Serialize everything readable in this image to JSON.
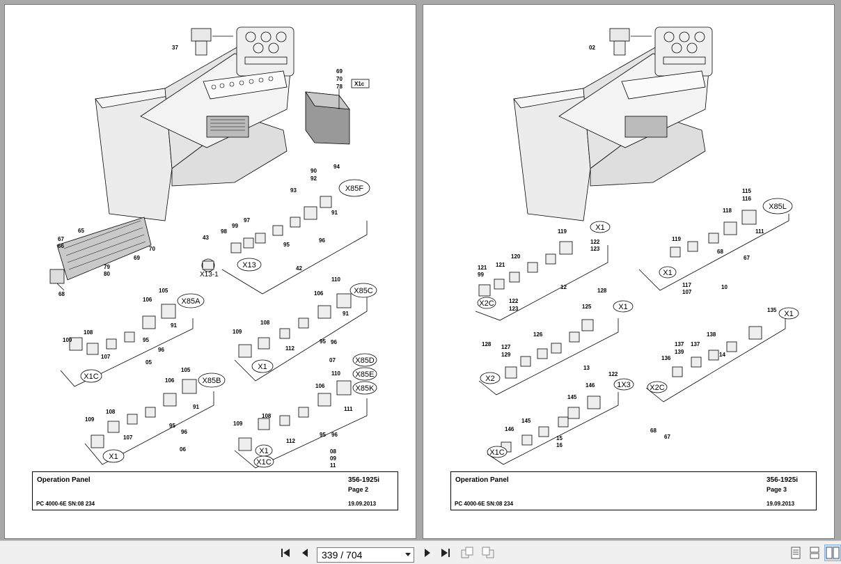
{
  "left_page": {
    "title": "Operation Panel",
    "model": "PC 4000-6E SN:08 234",
    "doc_no": "356-1925i",
    "page_label": "Page 2",
    "date": "19.09.2013",
    "circle_labels": [
      "X85F",
      "X13",
      "X85A",
      "X1C",
      "X85C",
      "X1",
      "X85B",
      "X1",
      "X85D",
      "X85E",
      "X85K",
      "X1",
      "X1C"
    ],
    "callout_labels": [
      "37",
      "69",
      "70",
      "78",
      "X1c",
      "94",
      "90",
      "92",
      "93",
      "91",
      "98",
      "99",
      "97",
      "95",
      "96",
      "43",
      "X13-1",
      "42",
      "67",
      "66",
      "65",
      "70",
      "69",
      "79",
      "80",
      "68",
      "105",
      "106",
      "91",
      "108",
      "109",
      "95",
      "96",
      "107",
      "05",
      "110",
      "106",
      "91",
      "109",
      "108",
      "112",
      "95",
      "96",
      "07",
      "105",
      "106",
      "91",
      "108",
      "109",
      "95",
      "96",
      "107",
      "06",
      "110",
      "106",
      "111",
      "108",
      "109",
      "112",
      "95",
      "96",
      "08",
      "09",
      "11"
    ]
  },
  "right_page": {
    "title": "Operation Panel",
    "model": "PC 4000-6E SN:08 234",
    "doc_no": "356-1925i",
    "page_label": "Page 3",
    "date": "19.09.2013",
    "circle_labels": [
      "X1",
      "X2C",
      "X85L",
      "X1",
      "X1",
      "X1",
      "X2",
      "X2C",
      "X1C",
      "1X3"
    ],
    "callout_labels": [
      "02",
      "119",
      "122",
      "123",
      "121",
      "99",
      "120",
      "121",
      "122",
      "123",
      "12",
      "115",
      "116",
      "118",
      "111",
      "119",
      "68",
      "67",
      "117",
      "107",
      "10",
      "128",
      "125",
      "128",
      "127",
      "129",
      "126",
      "13",
      "135",
      "137",
      "139",
      "137",
      "138",
      "136",
      "14",
      "122",
      "146",
      "145",
      "146",
      "145",
      "15",
      "16",
      "68",
      "67"
    ]
  },
  "toolbar": {
    "page_value": "339 / 704",
    "first_icon": "first-page-icon",
    "prev_icon": "previous-page-icon",
    "next_icon": "next-page-icon",
    "last_icon": "last-page-icon"
  }
}
